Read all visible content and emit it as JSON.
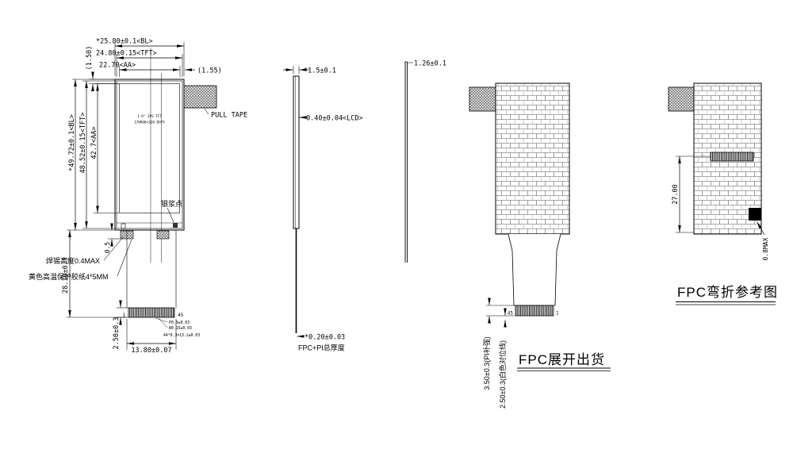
{
  "front": {
    "dim_bl_w": "*25.80±0.1<BL>",
    "dim_tft_w": "24.80±0.15<TFT>",
    "dim_aa_w": "22.70<AA>",
    "dim_gap_right": "(1.55)",
    "dim_gap_top": "(1.50)",
    "pull_tape_label": "PULL TAPE",
    "dim_bl_h": "*49.72±0.1<BL>",
    "dim_tft_h": "48.52±0.15<TFT>",
    "dim_aa_h": "42.7<AA>",
    "screen_line1": "1.9\" IPS TFT",
    "screen_line2": "170RGB×320 DOTS",
    "silver_dot_label": "银浆点",
    "solder_note": "焊锡高度0.4MAX",
    "tape_note": "黄色高温保护胶纸4*5MM",
    "dim_half": "0.5",
    "dim_fpc_len": "28.10±0.5",
    "dim_tail": "2.50±0.3",
    "dim_conn_w": "13.80±0.07",
    "pin_first": "1",
    "pin_last": "45",
    "pin_note1": "P0.3±0.03",
    "pin_note2": "W0.15±0.03",
    "pin_note3": "44*0.3=13.2±0.03"
  },
  "side": {
    "dim_total_t": "*1.5±0.1",
    "dim_lcd_t": "0.40±0.04<LCD>",
    "dim_fpc_t": "*0.20±0.03",
    "fpc_t_label": "FPC+PI总厚度"
  },
  "profile": {
    "dim": "1.26±0.1"
  },
  "unfolded": {
    "title": "FPC展开出货",
    "dim_pi": "3.50±0.3(PI补强)",
    "dim_align": "2.50±0.3(白色对位线)",
    "pin_left": "45",
    "pin_right": "1"
  },
  "bent": {
    "title": "FPC弯折参考图",
    "dim_height": "27.00",
    "dim_max": "0.8MAX"
  }
}
